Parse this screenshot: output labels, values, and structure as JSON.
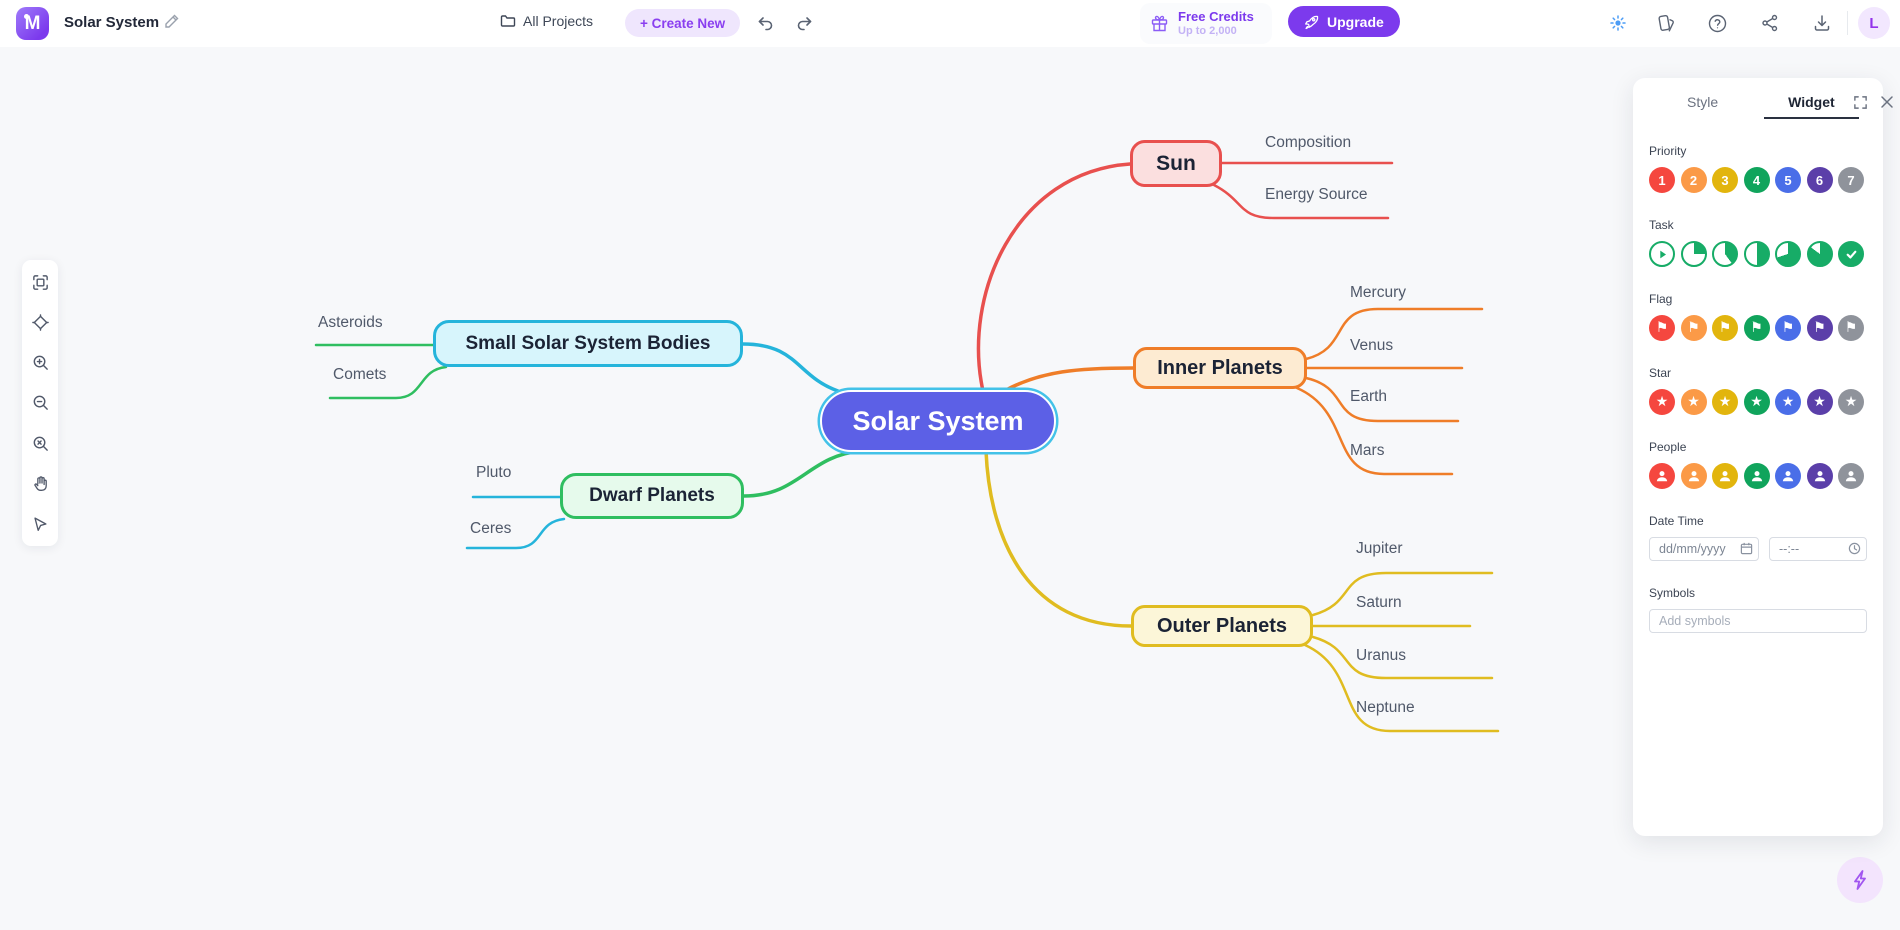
{
  "topbar": {
    "title": "Solar System",
    "logo_letter": "M",
    "all_projects_label": "All Projects",
    "create_new_label": "+ Create New",
    "free_credits": {
      "title": "Free Credits",
      "subtitle": "Up to 2,000"
    },
    "upgrade_label": "Upgrade",
    "avatar_initial": "L",
    "icons": [
      "ai-beautify-icon",
      "theme-palette-icon",
      "help-icon",
      "share-icon",
      "download-icon"
    ]
  },
  "left_toolbar": {
    "tools": [
      "fit-screen",
      "locate-center",
      "zoom-in",
      "zoom-out",
      "zoom-reset",
      "pan-hand",
      "select-cursor"
    ]
  },
  "panel": {
    "tabs": {
      "style_label": "Style",
      "widget_label": "Widget"
    },
    "priority": {
      "label": "Priority",
      "items": [
        "1",
        "2",
        "3",
        "4",
        "5",
        "6",
        "7"
      ]
    },
    "task": {
      "label": "Task",
      "states": [
        "start",
        "25%",
        "40%",
        "50%",
        "70%",
        "85%",
        "done"
      ]
    },
    "flag": {
      "label": "Flag",
      "glyph": "⚑"
    },
    "star": {
      "label": "Star",
      "glyph": "★"
    },
    "people": {
      "label": "People"
    },
    "datetime": {
      "label": "Date Time",
      "date_placeholder": "dd/mm/yyyy",
      "time_placeholder": "--:--"
    },
    "symbols": {
      "label": "Symbols",
      "placeholder": "Add symbols"
    },
    "palette": [
      "#F5473F",
      "#FB9A47",
      "#E2B50D",
      "#10A45C",
      "#4A6EE8",
      "#5B3FA9",
      "#8F939B"
    ]
  },
  "mindmap": {
    "root": {
      "label": "Solar System",
      "color": "#5C60E6"
    },
    "branches": [
      {
        "label": "Sun",
        "color": "#E8504E",
        "children": [
          {
            "label": "Composition"
          },
          {
            "label": "Energy Source"
          }
        ]
      },
      {
        "label": "Inner Planets",
        "color": "#EF7D28",
        "children": [
          {
            "label": "Mercury"
          },
          {
            "label": "Venus"
          },
          {
            "label": "Earth"
          },
          {
            "label": "Mars"
          }
        ]
      },
      {
        "label": "Outer Planets",
        "color": "#E0BC20",
        "children": [
          {
            "label": "Jupiter"
          },
          {
            "label": "Saturn"
          },
          {
            "label": "Uranus"
          },
          {
            "label": "Neptune"
          }
        ]
      },
      {
        "label": "Dwarf Planets",
        "color": "#2FBE60",
        "children": [
          {
            "label": "Pluto"
          },
          {
            "label": "Ceres"
          }
        ]
      },
      {
        "label": "Small Solar System Bodies",
        "color": "#25B4DB",
        "children": [
          {
            "label": "Asteroids"
          },
          {
            "label": "Comets"
          }
        ]
      }
    ]
  }
}
